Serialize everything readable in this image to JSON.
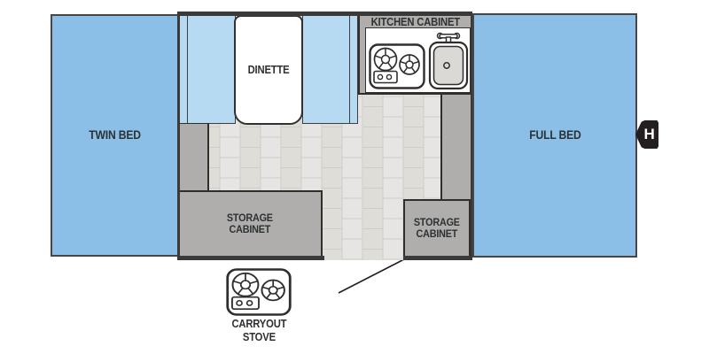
{
  "diagram": {
    "type": "camper-floorplan",
    "labels": {
      "twin_bed": "TWIN BED",
      "full_bed": "FULL BED",
      "dinette": "DINETTE",
      "kitchen_cabinet": "KITCHEN CABINET",
      "storage_cabinet_left": "STORAGE\nCABINET",
      "storage_cabinet_right": "STORAGE\nCABINET",
      "carryout_stove": "CARRYOUT\nSTOVE",
      "h_marker": "H"
    },
    "icons": {
      "kitchen_stove": "two-burner-stove-icon",
      "sink": "sink-icon",
      "carryout_stove": "two-burner-stove-icon",
      "h_marker": "left-arrow-tag-icon"
    },
    "colors": {
      "bed_blue": "#8bbfe7",
      "bench_blue": "#b5daf2",
      "cabinet_gray": "#afaeac",
      "floor_tile_light": "#e6e5e3",
      "floor_tile_dark": "#dfddd8",
      "grout_line": "#cecdc9",
      "wall_dark": "#3b3a39",
      "counter_white": "#ffffff",
      "marker_black": "#231f20",
      "text": "#2e3133"
    }
  }
}
